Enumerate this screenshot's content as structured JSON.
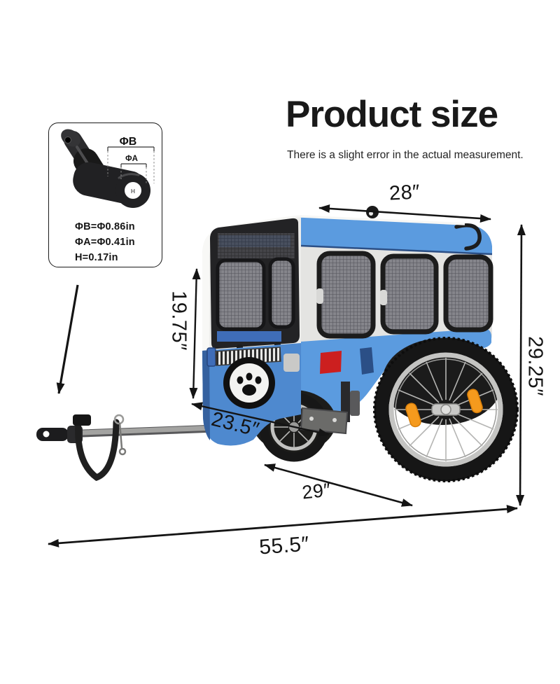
{
  "header": {
    "title": "Product size",
    "subtitle": "There is a slight error in the actual measurement."
  },
  "inset": {
    "labels": {
      "phi_b": "ΦB",
      "phi_a": "ΦA",
      "h": "H"
    },
    "specs": [
      "ΦB=Φ0.86in",
      "ΦA=Φ0.41in",
      "H=0.17in"
    ]
  },
  "dimensions": {
    "roof_width": "28″",
    "door_height": "19.75″",
    "hitch_arm_length": "23.5″",
    "floor_depth": "29″",
    "overall_height": "29.25″",
    "overall_length": "55.5″"
  },
  "colors": {
    "blue": "#5b9bdf",
    "blue-dark": "#3f6db8",
    "navy": "#2b4f86",
    "red": "#cc1f1f",
    "orange": "#f59a1d",
    "ink": "#141414",
    "body-gray": "#e4e4e2"
  }
}
